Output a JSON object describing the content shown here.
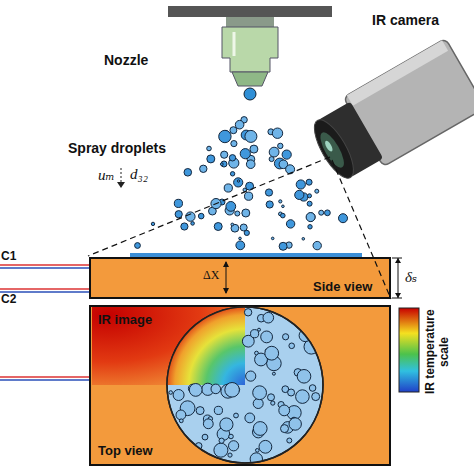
{
  "diagram": {
    "nodes": [
      {
        "text": [
          "ΔX",
          "Side view"
        ]
      },
      {
        "text": [
          "IR image",
          "Top view"
        ]
      }
    ],
    "labels": [
      "Nozzle",
      "IR camera",
      "Spray droplets",
      "uₘ",
      "d₃₂",
      "C1",
      "C2",
      "δₛ",
      "IR temperature scale"
    ]
  }
}
